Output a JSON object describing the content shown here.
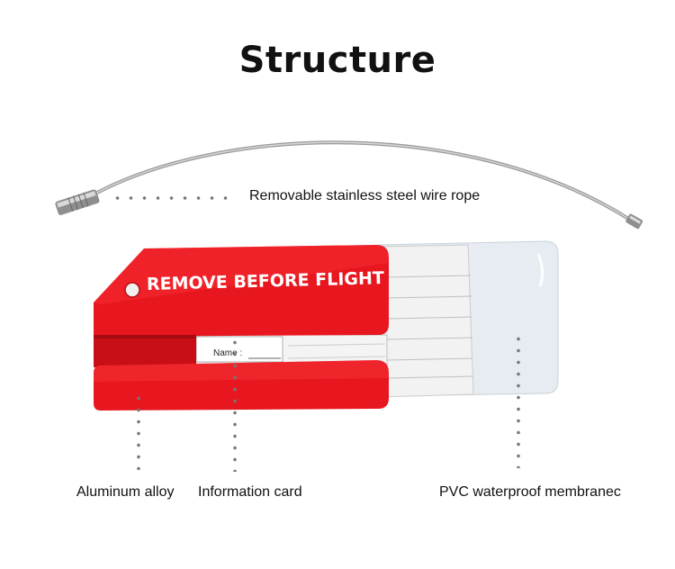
{
  "title": "Structure",
  "tag": {
    "flag_text": "REMOVE BEFORE FLIGHT",
    "name_field": "Name :"
  },
  "labels": {
    "wire": "Removable stainless steel wire rope",
    "aluminum": "Aluminum alloy",
    "info_card": "Information card",
    "pvc": "PVC waterproof membranec"
  },
  "colors": {
    "tag_red": "#e8161e",
    "card": "#f1f1f1",
    "pvc": "#e6ecf2"
  }
}
